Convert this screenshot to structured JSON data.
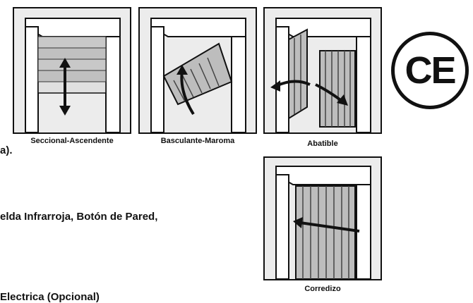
{
  "doors": {
    "sectional": {
      "caption": "Seccional-Ascendente"
    },
    "tilting": {
      "caption": "Basculante-Maroma"
    },
    "swing": {
      "caption": "Abatible"
    },
    "sliding": {
      "caption": "Corredizo"
    }
  },
  "ce_mark": {
    "text": "CE"
  },
  "text_fragments": {
    "line1": "a).",
    "line2": "elda Infrarroja, Botón de Pared,",
    "line3": "Electrica  (Opcional)"
  }
}
